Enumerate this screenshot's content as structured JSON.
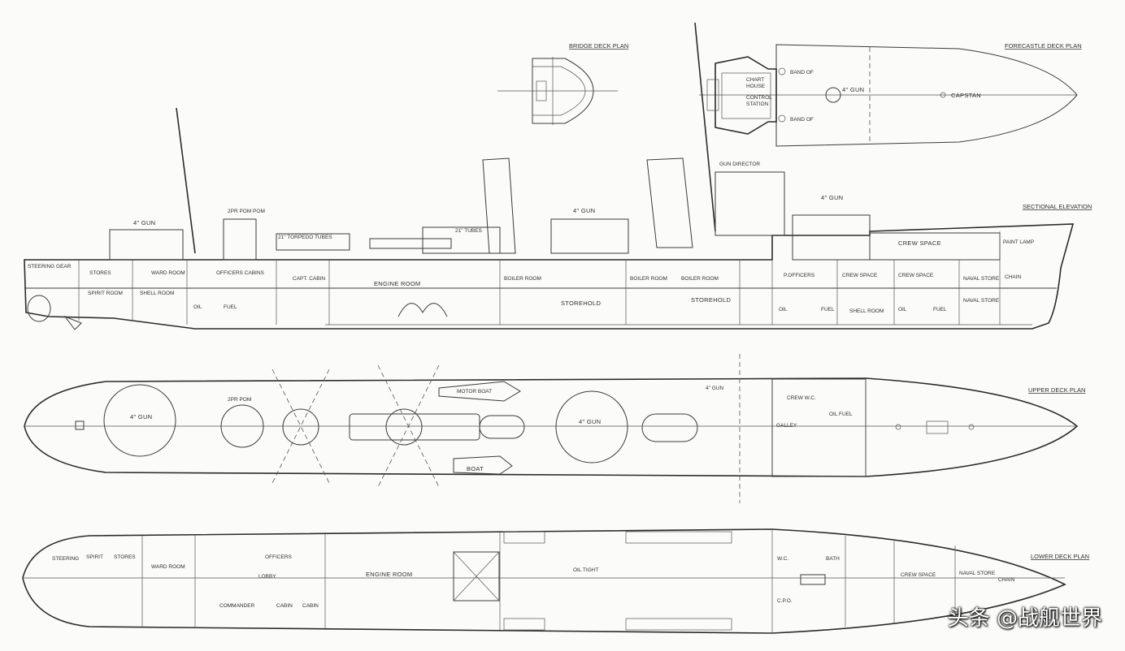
{
  "titles": {
    "bridge_plan": "BRIDGE DECK PLAN",
    "forecastle_plan": "FORECASTLE DECK PLAN",
    "sectional": "SECTIONAL ELEVATION",
    "upper_deck": "UPPER DECK PLAN",
    "lower_deck": "LOWER DECK PLAN"
  },
  "forecastle_labels": {
    "chart": "CHART",
    "house": "HOUSE",
    "control": "CONTROL",
    "station": "STATION",
    "gun": "4\" GUN",
    "capstan": "CAPSTAN",
    "band_a": "BAND OF",
    "band_b": "BAND OF"
  },
  "elevation_labels": {
    "gun_aft": "4\" GUN",
    "gun_fwd": "4\" GUN",
    "gun_mid": "4\" GUN",
    "pom": "2PR POM POM",
    "torpedo_a": "21\" TORPEDO TUBES",
    "torpedo_b": "21\" TUBES",
    "gun_director": "GUN DIRECTOR",
    "steering_gear": "STEERING GEAR",
    "stores": "STORES",
    "ward_room": "WARD ROOM",
    "officers_cabins": "OFFICERS CABINS",
    "capt_cabin": "CAPT. CABIN",
    "spirit_room": "SPIRIT ROOM",
    "shell_room": "SHELL ROOM",
    "oil": "OIL",
    "fuel": "FUEL",
    "engine_room": "ENGINE ROOM",
    "boiler_a": "BOILER ROOM",
    "boiler_b": "BOILER ROOM",
    "boiler_c": "BOILER ROOM",
    "storehold_a": "STOREHOLD",
    "storehold_b": "STOREHOLD",
    "petty_officers": "P.OFFICERS",
    "crew_space": "CREW SPACE",
    "crew_space_b": "CREW SPACE",
    "crew_space_c": "CREW SPACE",
    "naval_store": "NAVAL STORE",
    "chain": "CHAIN",
    "paint_lamp": "PAINT LAMP",
    "fuel_b": "FUEL",
    "oil_b": "OIL",
    "shell_room_b": "SHELL ROOM",
    "oil_c": "OIL",
    "fuel_c": "FUEL",
    "naval_store_b": "NAVAL STORE"
  },
  "upper_labels": {
    "gun_aft": "4\" GUN",
    "pom": "2PR POM",
    "gun_mid": "4\" GUN",
    "motor_boat": "MOTOR BOAT",
    "boat": "BOAT",
    "galley": "GALLEY",
    "gun_fwd": "4\" GUN",
    "crew_wc": "CREW W.C.",
    "oil_fuel": "OIL FUEL"
  },
  "lower_labels": {
    "steering": "STEERING",
    "spirit": "SPIRIT",
    "stores": "STORES",
    "ward_room": "WARD ROOM",
    "officers": "OFFICERS",
    "lobby": "LOBBY",
    "cabin_a": "CABIN",
    "cabin_b": "CABIN",
    "commander": "COMMANDER",
    "engine_room": "ENGINE ROOM",
    "oil_tight": "OIL TIGHT",
    "wc": "W.C.",
    "cpo": "C.P.O.",
    "bath": "BATH",
    "crew_space": "CREW SPACE",
    "naval_store": "NAVAL STORE",
    "chain": "CHAIN"
  },
  "watermark": "头条 @战舰世界"
}
